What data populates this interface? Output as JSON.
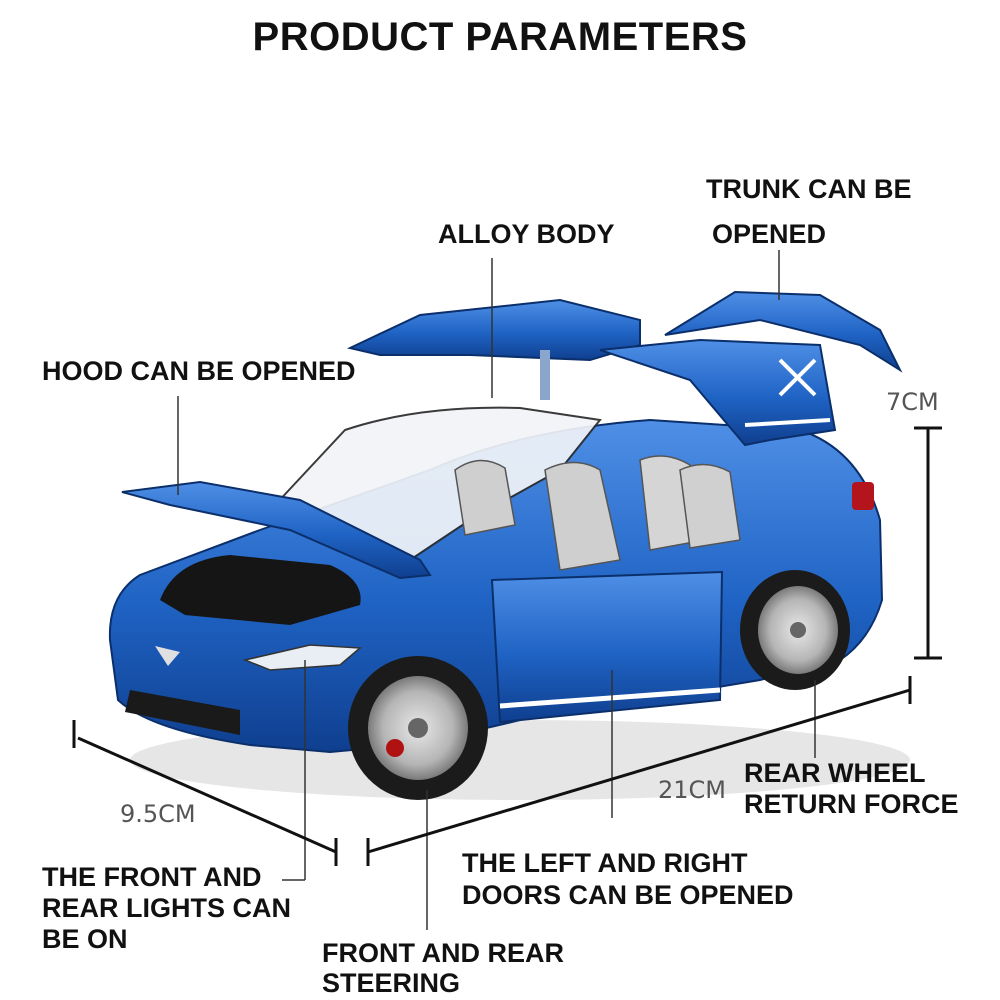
{
  "title": "PRODUCT PARAMETERS",
  "labels": {
    "hood": "HOOD CAN BE OPENED",
    "alloy": "ALLOY BODY",
    "trunk_line1": "TRUNK CAN BE",
    "trunk_line2": "OPENED",
    "lights_line1": "THE FRONT AND",
    "lights_line2": "REAR LIGHTS CAN",
    "lights_line3": "BE ON",
    "steering_line1": "FRONT AND REAR",
    "steering_line2": "STEERING",
    "doors_line1": "THE LEFT AND RIGHT",
    "doors_line2": "DOORS CAN BE OPENED",
    "wheel_line1": "REAR WHEEL",
    "wheel_line2": "RETURN FORCE"
  },
  "dimensions": {
    "height": "7CM",
    "length": "21CM",
    "width": "9.5CM"
  },
  "colors": {
    "body": "#1f63c4",
    "body_dark": "#0f3f8f",
    "body_light": "#4f8fe6",
    "interior": "#c9c9c9",
    "tire": "#1b1b1b",
    "rim": "#bdbdbd"
  }
}
